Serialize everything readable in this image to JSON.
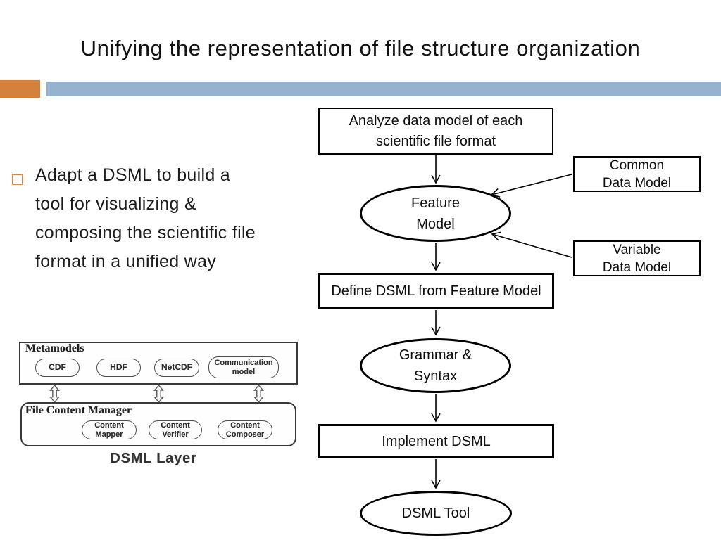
{
  "slide": {
    "title": "Unifying the representation of file structure organization",
    "bullet_text": "Adapt a DSML to build a\ntool for visualizing &\ncomposing the scientific file\nformat in a unified way"
  },
  "colors": {
    "accent_orange": "#d5813e",
    "band_blue": "#95b3cf",
    "flow_stroke": "#000000",
    "diagram_ink": "#2e2e2e"
  },
  "layer_diagram": {
    "metamodels_label": "Metamodels",
    "metamodel_pills": [
      {
        "text": "CDF"
      },
      {
        "text": "HDF"
      },
      {
        "text": "NetCDF"
      },
      {
        "text": "Communication\nmodel"
      }
    ],
    "manager_label": "File Content Manager",
    "manager_pills": [
      {
        "text": "Content\nMapper"
      },
      {
        "text": "Content\nVerifier"
      },
      {
        "text": "Content\nComposer"
      }
    ],
    "caption": "DSML Layer"
  },
  "flowchart": {
    "analyze": {
      "shape": "rect",
      "text": "Analyze data model of each\nscientific file format"
    },
    "common": {
      "shape": "rect",
      "text": "Common\nData Model"
    },
    "feature": {
      "shape": "ellipse",
      "text": "Feature\nModel"
    },
    "variable": {
      "shape": "rect",
      "text": "Variable\nData Model"
    },
    "define": {
      "shape": "rect",
      "text": "Define DSML from Feature Model"
    },
    "grammar": {
      "shape": "ellipse",
      "text": "Grammar &\nSyntax"
    },
    "implement": {
      "shape": "rect",
      "text": "Implement DSML"
    },
    "dsml_tool": {
      "shape": "ellipse",
      "text": "DSML Tool"
    }
  }
}
